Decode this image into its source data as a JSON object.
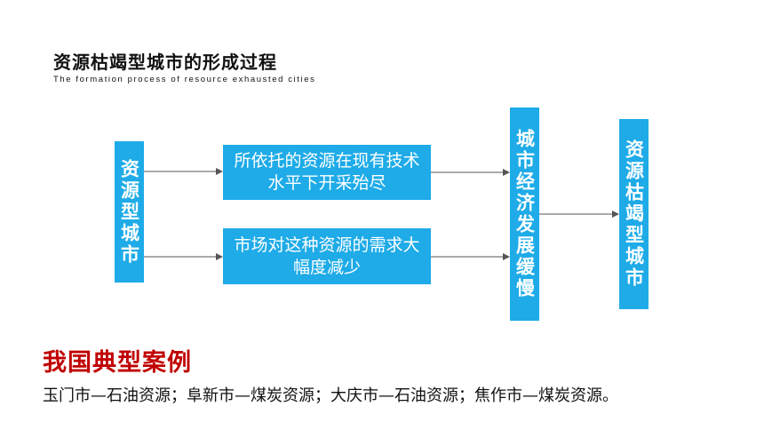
{
  "header": {
    "title": "资源枯竭型城市的形成过程",
    "subtitle": "The formation process of resource exhausted cities"
  },
  "flow": {
    "source": "资源型城市",
    "cause_depleted": "所依托的资源在现有技术水平下开采殆尽",
    "cause_demand": "市场对这种资源的需求大幅度减少",
    "slowdown": "城市经济发展缓慢",
    "result": "资源枯竭型城市"
  },
  "cases": {
    "heading": "我国典型案例",
    "text": "玉门市—石油资源；阜新市—煤炭资源；大庆市—石油资源；焦作市—煤炭资源。"
  },
  "colors": {
    "box_fill": "#1EABE8",
    "case_heading": "#C00000",
    "arrow": "#555555"
  }
}
